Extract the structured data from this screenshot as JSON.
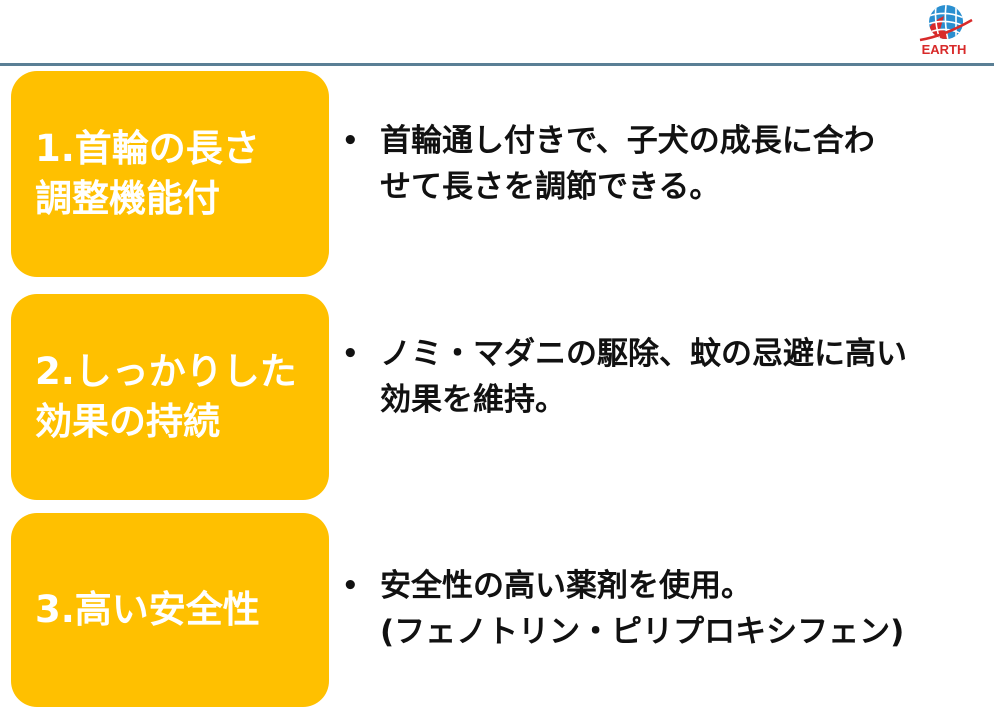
{
  "header": {
    "logo_text": "EARTH",
    "logo_icon": "globe-icon",
    "colors": {
      "logo_red": "#d82a2a",
      "logo_blue": "#2a8fd0",
      "header_line": "#5a7f95"
    }
  },
  "features": [
    {
      "title": "1.首輪の長さ\n調整機能付",
      "bullet": "•",
      "description": "首輪通し付きで、子犬の成長に合わ\nせて長さを調節できる。"
    },
    {
      "title": "2.しっかりした\n効果の持続",
      "bullet": "•",
      "description": "ノミ・マダニの駆除、蚊の忌避に高い\n効果を維持。"
    },
    {
      "title": "3.高い安全性",
      "bullet": "•",
      "description": "安全性の高い薬剤を使用。\n(フェノトリン・ピリプロキシフェン)"
    }
  ],
  "colors": {
    "box_fill": "#ffc000",
    "box_text": "#ffffff",
    "body_text": "#111111"
  }
}
